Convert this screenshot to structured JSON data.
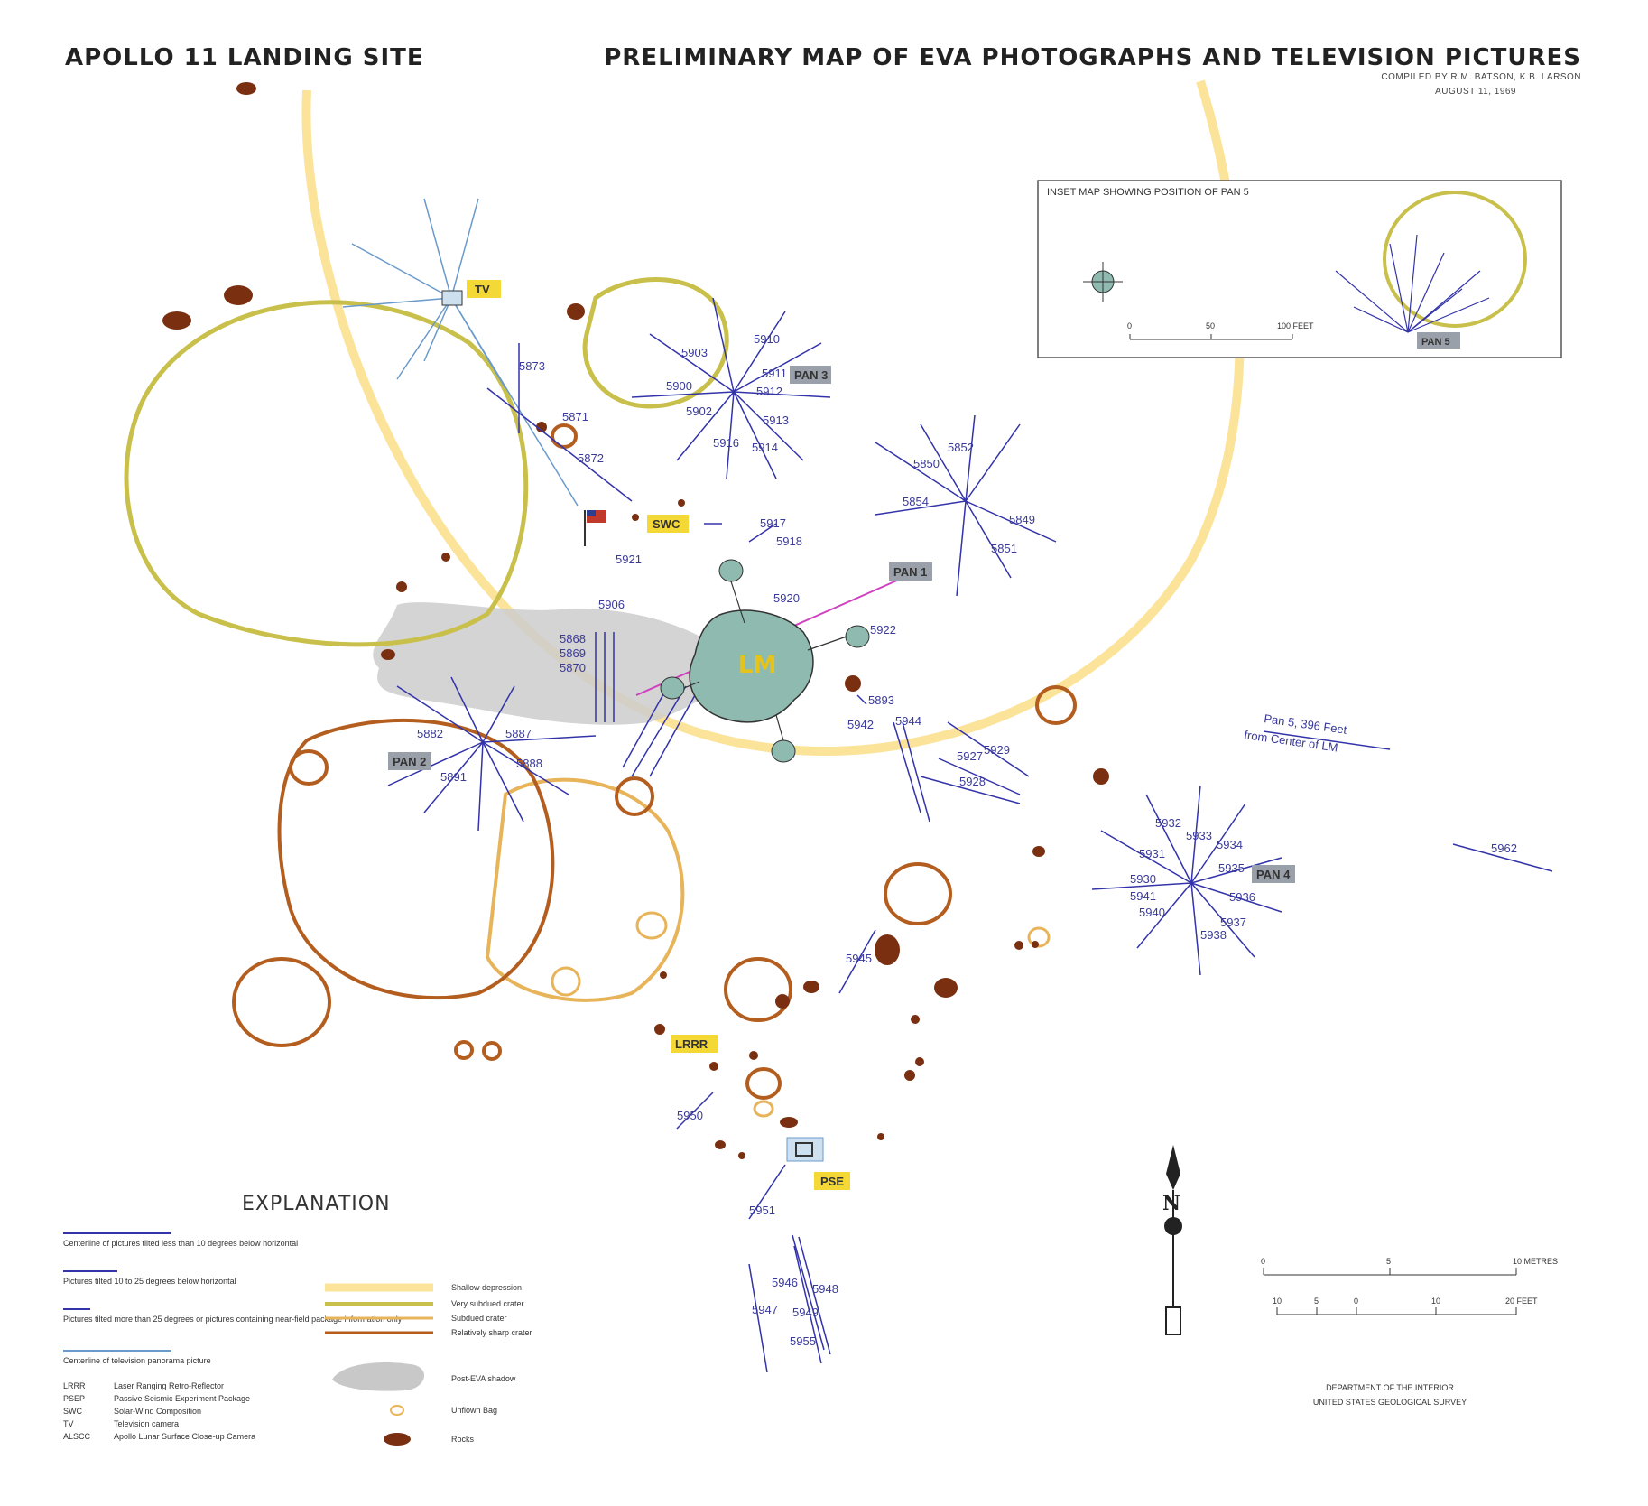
{
  "header": {
    "left_title": "APOLLO 11 LANDING SITE",
    "right_title": "PRELIMINARY MAP OF EVA PHOTOGRAPHS AND TELEVISION PICTURES",
    "credit_line": "COMPILED BY R.M. BATSON, K.B. LARSON",
    "date_line": "AUGUST 11, 1969"
  },
  "inset": {
    "title": "INSET MAP SHOWING POSITION OF PAN 5",
    "scale_labels": [
      "0",
      "50",
      "100 FEET"
    ],
    "pan_tag": "PAN 5"
  },
  "tags": {
    "tv": "TV",
    "swc": "SWC",
    "lm": "LM",
    "lrrr": "LRRR",
    "pse": "PSE",
    "pan1": "PAN 1",
    "pan2": "PAN 2",
    "pan3": "PAN 3",
    "pan4": "PAN 4"
  },
  "pan5_note": {
    "line1": "Pan 5, 396 Feet",
    "line2": "from Center of LM"
  },
  "photo_numbers": {
    "p5911": "5911",
    "p5912": "5912",
    "p5913": "5913",
    "p5914": "5914",
    "p5916": "5916",
    "p5910": "5910",
    "p5900": "5900",
    "p5902": "5902",
    "p5903": "5903",
    "p5854": "5854",
    "p5850": "5850",
    "p5852": "5852",
    "p5851": "5851",
    "p5849": "5849",
    "p5917": "5917",
    "p5918": "5918",
    "p5921": "5921",
    "p5922": "5922",
    "p5920": "5920",
    "p5906": "5906",
    "p5871": "5871",
    "p5872": "5872",
    "p5873": "5873",
    "p5868": "5868",
    "p5869": "5869",
    "p5870": "5870",
    "p5882": "5882",
    "p5887": "5887",
    "p5888": "5888",
    "p5891": "5891",
    "p5893": "5893",
    "p5942": "5942",
    "p5944": "5944",
    "p5927": "5927",
    "p5929": "5929",
    "p5928": "5928",
    "p5930": "5930",
    "p5931": "5931",
    "p5932": "5932",
    "p5933": "5933",
    "p5934": "5934",
    "p5935": "5935",
    "p5936": "5936",
    "p5937": "5937",
    "p5938": "5938",
    "p5940": "5940",
    "p5941": "5941",
    "p5962": "5962",
    "p5945": "5945",
    "p5950": "5950",
    "p5951": "5951",
    "p5946": "5946",
    "p5947": "5947",
    "p5948": "5948",
    "p5949": "5949",
    "p5955": "5955"
  },
  "explanation": {
    "title": "EXPLANATION",
    "left_items": [
      "Centerline of pictures tilted less than 10 degrees below horizontal",
      "Pictures tilted 10 to 25 degrees below horizontal",
      "Pictures tilted more than 25 degrees or pictures containing near-field package information only",
      "Centerline of television panorama picture"
    ],
    "abbreviations": [
      {
        "code": "LRRR",
        "desc": "Laser Ranging Retro-Reflector"
      },
      {
        "code": "PSEP",
        "desc": "Passive Seismic Experiment Package"
      },
      {
        "code": "SWC",
        "desc": "Solar-Wind Composition"
      },
      {
        "code": "TV",
        "desc": "Television camera"
      },
      {
        "code": "ALSCC",
        "desc": "Apollo Lunar Surface Close-up Camera"
      }
    ],
    "right_items": [
      "Shallow depression",
      "Very subdued crater",
      "Subdued crater",
      "Relatively sharp crater",
      "Post-EVA shadow",
      "Unflown Bag",
      "Rocks"
    ]
  },
  "scale": {
    "metres_labels": [
      "0",
      "5",
      "10 METRES"
    ],
    "feet_labels": [
      "10",
      "5",
      "0",
      "10",
      "20 FEET"
    ]
  },
  "north": {
    "letter": "N"
  },
  "footer": {
    "line1": "DEPARTMENT OF THE INTERIOR",
    "line2": "UNITED STATES GEOLOGICAL SURVEY"
  },
  "colors": {
    "shallow_depression": "#fbe49a",
    "very_subdued": "#c8c04a",
    "subdued": "#e8b45a",
    "sharp": "#b35e1f",
    "ray": "#3333aa",
    "tv_ray": "#6a9acb",
    "rock": "#7a3010",
    "shadow": "#c8c8c8",
    "lm_fill": "#8fbab0",
    "tag_yellow": "#f4d836",
    "tag_gray": "#9aa0aa",
    "magenta": "#d040c0"
  }
}
